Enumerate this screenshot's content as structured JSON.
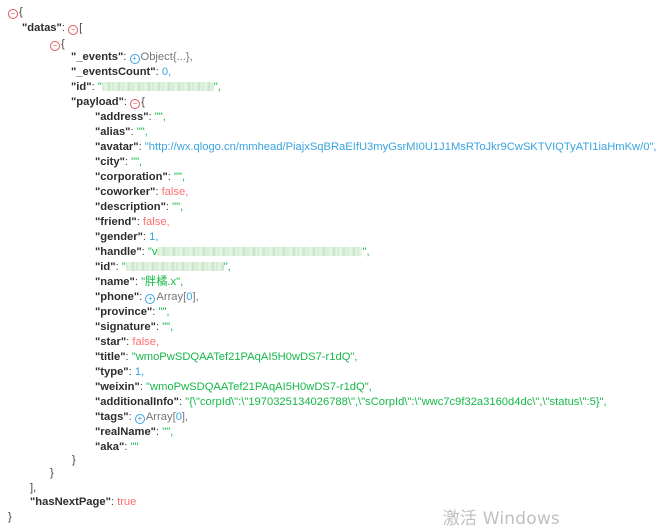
{
  "root": {
    "open_brace": "{",
    "close_brace": "}"
  },
  "datas": {
    "key": "\"datas\"",
    "open": "[",
    "close": "],",
    "item_open": "{",
    "item_close": "}"
  },
  "events": {
    "key": "\"_events\"",
    "summary": "Object{...},"
  },
  "eventsCount": {
    "key": "\"_eventsCount\"",
    "value": "0,"
  },
  "id_field": {
    "key": "\"id\"",
    "value_tail": "\","
  },
  "payload": {
    "key": "\"payload\"",
    "open": "{",
    "close": "}",
    "fields": {
      "address": {
        "key": "\"address\"",
        "value": "\"\","
      },
      "alias": {
        "key": "\"alias\"",
        "value": "\"\","
      },
      "avatar": {
        "key": "\"avatar\"",
        "value": "\"http://wx.qlogo.cn/mmhead/PiajxSqBRaEIfU3myGsrMI0U1J1MsRToJkr9CwSKTVIQTyATI1iaHmKw/0\","
      },
      "city": {
        "key": "\"city\"",
        "value": "\"\","
      },
      "corporation": {
        "key": "\"corporation\"",
        "value": "\"\","
      },
      "coworker": {
        "key": "\"coworker\"",
        "value": "false,"
      },
      "description": {
        "key": "\"description\"",
        "value": "\"\","
      },
      "friend": {
        "key": "\"friend\"",
        "value": "false,"
      },
      "gender": {
        "key": "\"gender\"",
        "value": "1,"
      },
      "handle": {
        "key": "\"handle\"",
        "value_head": "\"v",
        "value_tail": "\","
      },
      "id": {
        "key": "\"id\"",
        "value_head": "\"",
        "value_tail": "\","
      },
      "name": {
        "key": "\"name\"",
        "value": "\"胖橘.x\","
      },
      "phone": {
        "key": "\"phone\"",
        "summary_pre": "Array[",
        "count": "0",
        "summary_post": "],"
      },
      "province": {
        "key": "\"province\"",
        "value": "\"\","
      },
      "signature": {
        "key": "\"signature\"",
        "value": "\"\","
      },
      "star": {
        "key": "\"star\"",
        "value": "false,"
      },
      "title": {
        "key": "\"title\"",
        "value": "\"wmoPwSDQAATef21PAqAI5H0wDS7-r1dQ\","
      },
      "type": {
        "key": "\"type\"",
        "value": "1,"
      },
      "weixin": {
        "key": "\"weixin\"",
        "value": "\"wmoPwSDQAATef21PAqAI5H0wDS7-r1dQ\","
      },
      "additionalInfo": {
        "key": "\"additionalInfo\"",
        "value": "\"{\\\"corpId\\\":\\\"1970325134026788\\\",\\\"sCorpId\\\":\\\"wwc7c9f32a3160d4dc\\\",\\\"status\\\":5}\","
      },
      "tags": {
        "key": "\"tags\"",
        "summary_pre": "Array[",
        "count": "0",
        "summary_post": "],"
      },
      "realName": {
        "key": "\"realName\"",
        "value": "\"\","
      },
      "aka": {
        "key": "\"aka\"",
        "value": "\"\""
      }
    }
  },
  "hasNextPage": {
    "key": "\"hasNextPage\"",
    "value": "true"
  },
  "watermark": "激活 Windows",
  "colors": {
    "key": "#2d2d2d",
    "string": "#17b84a",
    "number": "#3aa3e0",
    "boolean": "#ff6f6f",
    "collapse": "#e5585f",
    "expand": "#3aa3e0"
  },
  "icons": {
    "collapse": "minus-circle-icon",
    "expand": "plus-circle-icon"
  }
}
